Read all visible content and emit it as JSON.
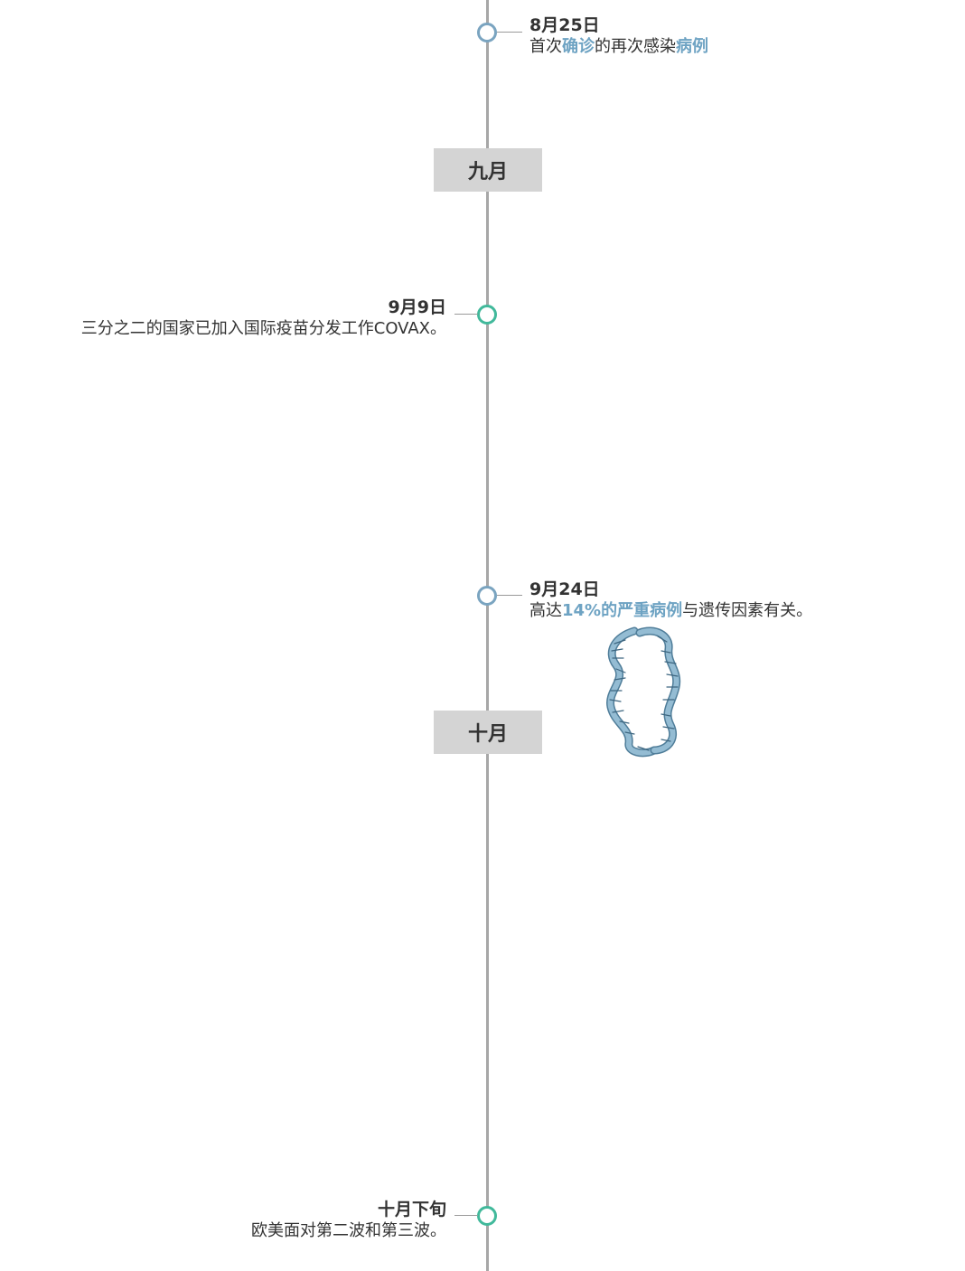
{
  "months": {
    "september": "九月",
    "october": "十月"
  },
  "events": {
    "aug25": {
      "date": "8月25日",
      "parts": [
        "首次",
        "确诊",
        "的再次感染",
        "病例"
      ]
    },
    "sep9": {
      "date": "9月9日",
      "desc": "三分之二的国家已加入国际疫苗分发工作COVAX。"
    },
    "sep24": {
      "date": "9月24日",
      "parts": [
        "高达",
        "14%的严重病例",
        "与遗传因素有关。"
      ]
    },
    "lateoct": {
      "date": "十月下旬",
      "desc": "欧美面对第二波和第三波。"
    }
  },
  "colors": {
    "highlight": "#6ea3c3",
    "dot_blue": "#7aa4c0",
    "dot_green": "#41b99b",
    "axis": "#a7a7a7",
    "month_bg": "#d4d4d4"
  },
  "icons": {
    "dna": "dna-helix-icon"
  }
}
